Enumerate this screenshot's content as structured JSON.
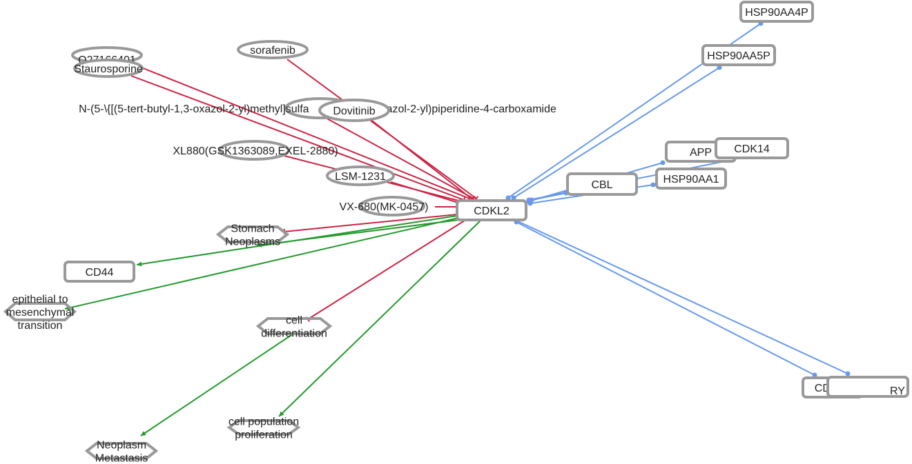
{
  "colors": {
    "inhibit": "#cc2244",
    "activate": "#22992a",
    "interact": "#6699ee",
    "node_border": "#999999",
    "text": "#222222"
  },
  "nodes": [
    {
      "id": "CDKL2",
      "label": "CDKL2",
      "shape": "rect"
    },
    {
      "id": "Q27166401",
      "label": "Q27166401",
      "shape": "ellipse"
    },
    {
      "id": "Staurosporine",
      "label": "Staurosporine",
      "shape": "ellipse"
    },
    {
      "id": "sorafenib",
      "label": "sorafenib",
      "shape": "ellipse"
    },
    {
      "id": "Nsulfa",
      "label": "N-(5-\\{[(5-tert-butyl-1,3-oxazol-2-yl)methyl]sulfanyl}-1,3-thiazol-2-yl)piperidine-4-carboxamide",
      "shape": "ellipse"
    },
    {
      "id": "Dovitinib",
      "label": "Dovitinib",
      "shape": "ellipse"
    },
    {
      "id": "XL880",
      "label": "XL880(GSK1363089,EXEL-2880)",
      "shape": "ellipse"
    },
    {
      "id": "LSM1231",
      "label": "LSM-1231",
      "shape": "ellipse"
    },
    {
      "id": "VX680",
      "label": "VX-680(MK-0457)",
      "shape": "ellipse"
    },
    {
      "id": "StomachNeo",
      "label": "Stomach Neoplasms",
      "shape": "diamond"
    },
    {
      "id": "CD44",
      "label": "CD44",
      "shape": "rect"
    },
    {
      "id": "EMT",
      "label": "epithelial to mesenchymal transition",
      "shape": "diamond"
    },
    {
      "id": "CellDiff",
      "label": "cell differentiation",
      "shape": "diamond"
    },
    {
      "id": "CellProlif",
      "label": "cell population proliferation",
      "shape": "diamond"
    },
    {
      "id": "NeoMeta",
      "label": "Neoplasm Metastasis",
      "shape": "diamond"
    },
    {
      "id": "HSP90AA4P",
      "label": "HSP90AA4P",
      "shape": "rect"
    },
    {
      "id": "HSP90AA5P",
      "label": "HSP90AA5P",
      "shape": "rect"
    },
    {
      "id": "APP",
      "label": "APP",
      "shape": "rect"
    },
    {
      "id": "CDK14",
      "label": "CDK14",
      "shape": "rect"
    },
    {
      "id": "CBL",
      "label": "CBL",
      "shape": "rect"
    },
    {
      "id": "HSP90AA1",
      "label": "HSP90AA1",
      "shape": "rect"
    },
    {
      "id": "CDC37",
      "label": "CDC37",
      "shape": "rect"
    },
    {
      "id": "RY",
      "label": "…RY",
      "shape": "rect"
    }
  ],
  "edges": [
    {
      "from": "Q27166401",
      "to": "CDKL2",
      "type": "inhibit"
    },
    {
      "from": "Staurosporine",
      "to": "CDKL2",
      "type": "inhibit"
    },
    {
      "from": "sorafenib",
      "to": "CDKL2",
      "type": "inhibit"
    },
    {
      "from": "Nsulfa",
      "to": "CDKL2",
      "type": "inhibit"
    },
    {
      "from": "Dovitinib",
      "to": "CDKL2",
      "type": "inhibit"
    },
    {
      "from": "XL880",
      "to": "CDKL2",
      "type": "inhibit"
    },
    {
      "from": "LSM1231",
      "to": "CDKL2",
      "type": "inhibit"
    },
    {
      "from": "VX680",
      "to": "CDKL2",
      "type": "inhibit"
    },
    {
      "from": "CDKL2",
      "to": "StomachNeo",
      "type": "inhibit"
    },
    {
      "from": "CDKL2",
      "to": "CellDiff",
      "type": "inhibit"
    },
    {
      "from": "CDKL2",
      "to": "CD44",
      "type": "activate"
    },
    {
      "from": "CDKL2",
      "to": "EMT",
      "type": "activate"
    },
    {
      "from": "CDKL2",
      "to": "CellProlif",
      "type": "activate"
    },
    {
      "from": "CellDiff",
      "to": "NeoMeta",
      "type": "activate"
    },
    {
      "from": "CDKL2",
      "to": "StomachNeo",
      "type": "activate"
    },
    {
      "from": "CDKL2",
      "to": "HSP90AA4P",
      "type": "interact"
    },
    {
      "from": "CDKL2",
      "to": "HSP90AA5P",
      "type": "interact"
    },
    {
      "from": "CDKL2",
      "to": "APP",
      "type": "interact"
    },
    {
      "from": "CDKL2",
      "to": "CDK14",
      "type": "interact"
    },
    {
      "from": "CDKL2",
      "to": "CBL",
      "type": "interact"
    },
    {
      "from": "CDKL2",
      "to": "HSP90AA1",
      "type": "interact"
    },
    {
      "from": "CDKL2",
      "to": "CDC37",
      "type": "interact"
    },
    {
      "from": "CDKL2",
      "to": "RY",
      "type": "interact"
    }
  ]
}
